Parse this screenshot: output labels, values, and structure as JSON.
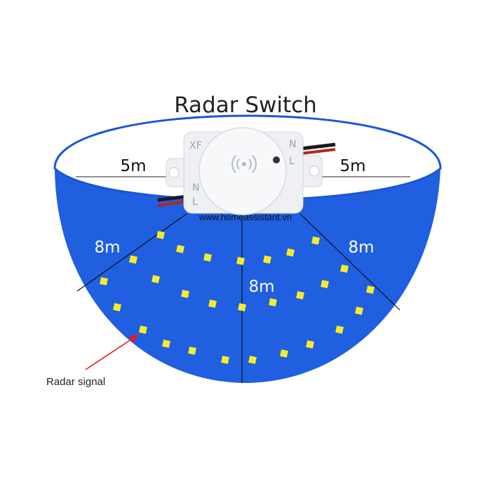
{
  "title": "Radar Switch",
  "device": {
    "label_xf": "XF",
    "label_n_left": "N",
    "label_l_left": "L",
    "label_n_right": "N",
    "label_l_right": "L",
    "icon": "radar-wave-icon"
  },
  "distances": {
    "left_horizontal": "5m",
    "right_horizontal": "5m",
    "left_range": "8m",
    "center_range": "8m",
    "right_range": "8m"
  },
  "watermark": "www.homeassistant.vn",
  "annotation": "Radar signal",
  "colors": {
    "bowl_fill": "#1f5fe0",
    "bowl_outline": "#1a56d6",
    "signal_dots": "#f6ec2a",
    "arrow": "#e01b1b",
    "device_body": "#eef0f3",
    "wires": "#1b1b1b",
    "wire_red": "#b3261e"
  }
}
